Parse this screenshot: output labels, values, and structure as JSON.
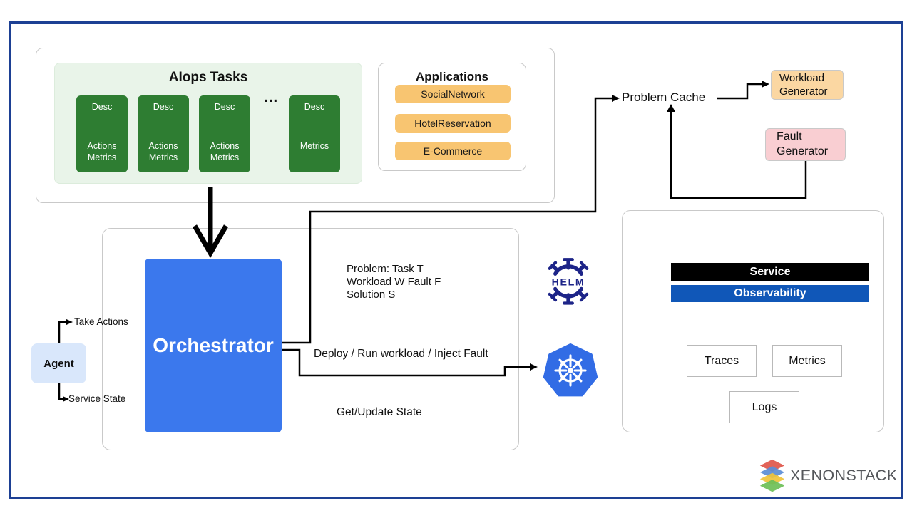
{
  "aiops": {
    "title": "AIops Tasks",
    "ellipsis": "...",
    "cards": [
      {
        "desc": "Desc",
        "actions": "Actions",
        "metrics": "Metrics"
      },
      {
        "desc": "Desc",
        "actions": "Actions",
        "metrics": "Metrics"
      },
      {
        "desc": "Desc",
        "actions": "Actions",
        "metrics": "Metrics"
      },
      {
        "desc": "Desc",
        "actions": "",
        "metrics": "Metrics"
      }
    ]
  },
  "applications": {
    "title": "Applications",
    "items": [
      {
        "label": "SocialNetwork"
      },
      {
        "label": "HotelReservation"
      },
      {
        "label": "E-Commerce"
      }
    ]
  },
  "pipeline": {
    "problem_cache": "Problem Cache",
    "workload_generator": "Workload Generator",
    "fault_generator": "Fault Generator"
  },
  "orchestrator": {
    "label": "Orchestrator",
    "problem_line1": "Problem: Task T",
    "problem_line2": "Workload W Fault F",
    "problem_line3": "Solution S",
    "deploy_label": "Deploy / Run workload / Inject Fault",
    "state_label": "Get/Update State"
  },
  "agent": {
    "label": "Agent",
    "take_actions": "Take Actions",
    "service_state": "Service State"
  },
  "helm": {
    "label": "HELM"
  },
  "observability_panel": {
    "service": "Service",
    "observability": "Observability",
    "traces": "Traces",
    "metrics": "Metrics",
    "logs": "Logs"
  },
  "branding": {
    "name": "XENONSTACK"
  },
  "colors": {
    "frame_navy": "#1d4094",
    "task_green": "#2e7d32",
    "task_green_bg": "#e9f4e9",
    "app_orange": "#f8c571",
    "workload_orange": "#fbd7a2",
    "fault_pink": "#f9ced2",
    "orchestrator_blue": "#3b78ed",
    "agent_blue": "#d9e7fb",
    "observability_blue": "#1057b8",
    "service_black": "#000000",
    "helm_navy": "#1d2488",
    "kubernetes_blue": "#326ce5"
  }
}
